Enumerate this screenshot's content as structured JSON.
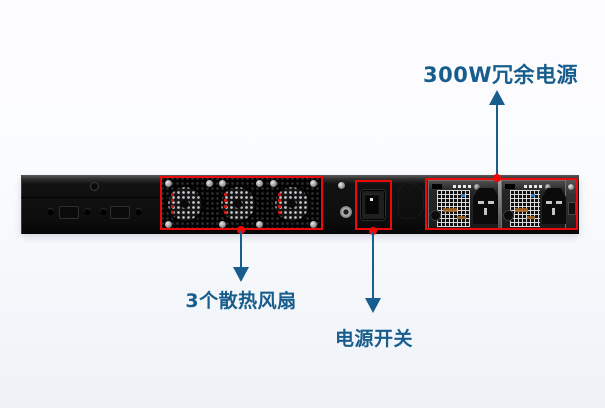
{
  "background": {
    "top": "#fdfdff",
    "bottom": "#eef2f7"
  },
  "colors": {
    "label_text": "#175d8d",
    "arrow": "#175d8d",
    "highlight_box": "#ea0a0a",
    "marker_dot": "#f50505",
    "chassis": "#0d0d0d"
  },
  "callouts": {
    "psu": {
      "label": "300W冗余电源",
      "arrow_direction": "up"
    },
    "fans": {
      "label": "3个散热风扇",
      "arrow_direction": "down"
    },
    "power_switch": {
      "label": "电源开关",
      "arrow_direction": "down"
    }
  },
  "icons": {
    "marker_dot": "red-dot-anchor",
    "arrowhead_up": "triangle-up",
    "arrowhead_down": "triangle-down"
  }
}
